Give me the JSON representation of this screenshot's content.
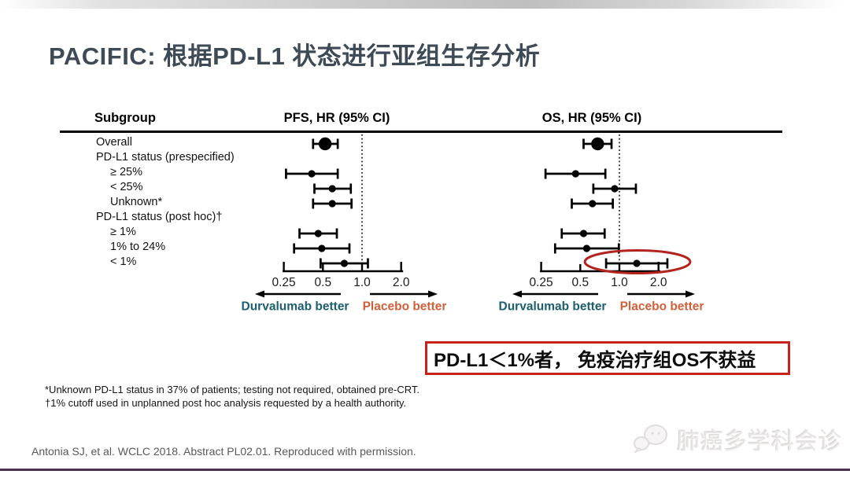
{
  "slide": {
    "title": "PACIFIC: 根据PD-L1 状态进行亚组生存分析",
    "title_color": "#3e4a55"
  },
  "chart_data": {
    "type": "forest",
    "x_scale": "log2",
    "reference_line": 1.0,
    "column_headers": {
      "subgroup": "Subgroup",
      "pfs": "PFS, HR (95% CI)",
      "os": "OS, HR (95% CI)"
    },
    "x_ticks": [
      "0.25",
      "0.5",
      "1.0",
      "2.0"
    ],
    "x_tick_values": [
      0.25,
      0.5,
      1.0,
      2.0
    ],
    "rows": [
      {
        "label": "Overall",
        "indent": 0,
        "emphasis": true,
        "pfs": {
          "hr": 0.52,
          "lo": 0.42,
          "hi": 0.65
        },
        "os": {
          "hr": 0.68,
          "lo": 0.53,
          "hi": 0.87
        }
      },
      {
        "label": "PD-L1 status (prespecified)",
        "indent": 0
      },
      {
        "label": "≥ 25%",
        "indent": 1,
        "pfs": {
          "hr": 0.41,
          "lo": 0.26,
          "hi": 0.65
        },
        "os": {
          "hr": 0.46,
          "lo": 0.27,
          "hi": 0.78
        }
      },
      {
        "label": "< 25%",
        "indent": 1,
        "pfs": {
          "hr": 0.59,
          "lo": 0.43,
          "hi": 0.82
        },
        "os": {
          "hr": 0.92,
          "lo": 0.63,
          "hi": 1.34
        }
      },
      {
        "label": "Unknown*",
        "indent": 1,
        "pfs": {
          "hr": 0.59,
          "lo": 0.42,
          "hi": 0.83
        },
        "os": {
          "hr": 0.62,
          "lo": 0.43,
          "hi": 0.89
        }
      },
      {
        "label": "PD-L1 status (post hoc)†",
        "indent": 0
      },
      {
        "label": "≥ 1%",
        "indent": 1,
        "pfs": {
          "hr": 0.46,
          "lo": 0.33,
          "hi": 0.64
        },
        "os": {
          "hr": 0.53,
          "lo": 0.36,
          "hi": 0.77
        }
      },
      {
        "label": "1% to 24%",
        "indent": 1,
        "pfs": {
          "hr": 0.49,
          "lo": 0.3,
          "hi": 0.8
        },
        "os": {
          "hr": 0.56,
          "lo": 0.32,
          "hi": 0.99
        }
      },
      {
        "label": "< 1%",
        "indent": 1,
        "os_highlighted": true,
        "pfs": {
          "hr": 0.73,
          "lo": 0.48,
          "hi": 1.11
        },
        "os": {
          "hr": 1.36,
          "lo": 0.79,
          "hi": 2.34
        }
      }
    ],
    "direction_labels": {
      "left": "Durvalumab better",
      "right": "Placebo better"
    },
    "colors": {
      "marks": "#000000",
      "left_label": "#1b5e6e",
      "right_label": "#d0603a",
      "highlight_ellipse": "#b3241f"
    }
  },
  "annotation": {
    "text": "PD-L1＜1%者， 免疫治疗组OS不获益",
    "border_color": "#c9211e"
  },
  "footnotes": [
    "*Unknown PD-L1 status in 37% of patients; testing not required, obtained pre-CRT.",
    "†1% cutoff used in unplanned post hoc analysis requested by a health authority."
  ],
  "citation": "Antonia SJ, et al. WCLC 2018. Abstract PL02.01. Reproduced with permission.",
  "watermark": {
    "label": "肺癌多学科会诊"
  }
}
